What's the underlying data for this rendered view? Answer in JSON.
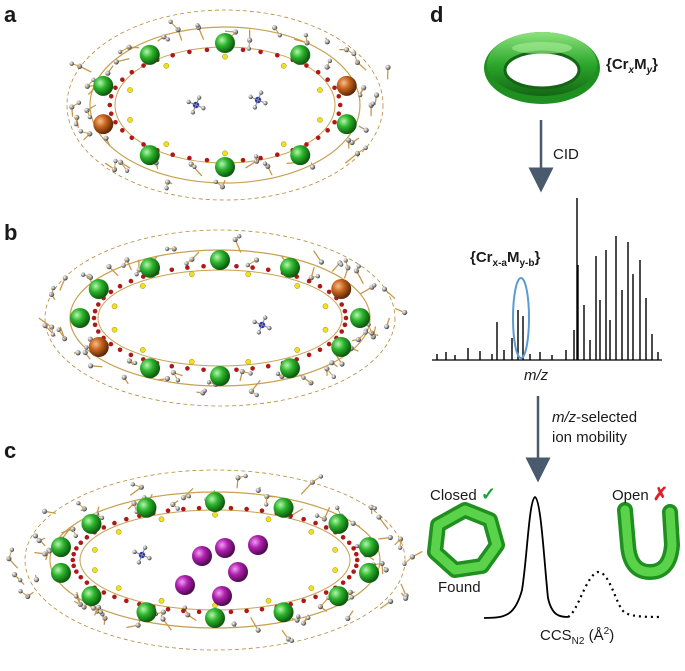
{
  "panels": {
    "a": "a",
    "b": "b",
    "c": "c",
    "d": "d"
  },
  "diagram": {
    "ring_label_main": "Cr",
    "ring_label_main_sub": "x",
    "ring_label_second": "M",
    "ring_label_second_sub": "y",
    "step1_label": "CID",
    "fragment_label_main": "Cr",
    "fragment_label_main_sub": "x-a",
    "fragment_label_second": "M",
    "fragment_label_second_sub": "y-b",
    "mz_axis": "m/z",
    "step2_line1_italic": "m/z",
    "step2_line1_rest": "-selected",
    "step2_line2": "ion mobility",
    "closed_label": "Closed",
    "closed_mark": "✓",
    "open_label": "Open",
    "open_mark": "✗",
    "found_label": "Found",
    "ccs_label": "CCS",
    "ccs_sub": "N2",
    "ccs_unit": "(Å",
    "ccs_unit_sup": "2",
    "ccs_unit_close": ")"
  },
  "colors": {
    "cr_green": "#2db52d",
    "metal_orange": "#c8641e",
    "metal_purple": "#b020b0",
    "arrow": "#4a5a6e",
    "highlight_ellipse": "#5b9bd5"
  }
}
